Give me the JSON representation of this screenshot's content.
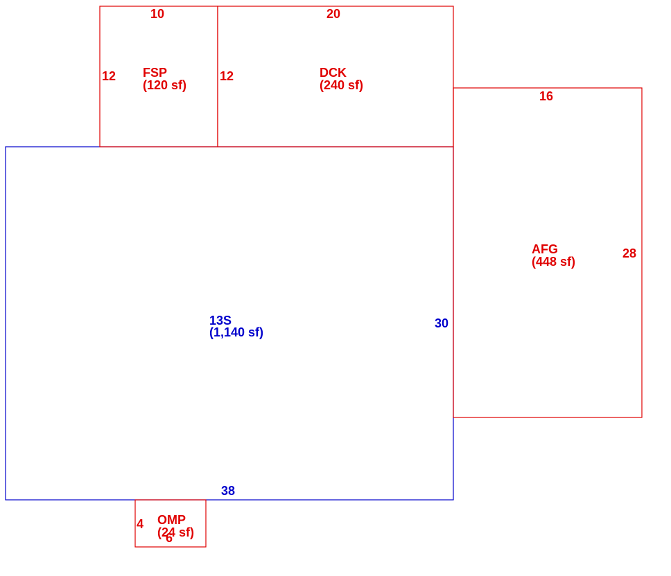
{
  "colors": {
    "main": "#0000cc",
    "addition": "#e00000"
  },
  "sketch": {
    "main": {
      "code": "13S",
      "area": "(1,140 sf)",
      "dim_bottom": "38",
      "dim_right": "30"
    },
    "fsp": {
      "code": "FSP",
      "area": "(120 sf)",
      "dim_top": "10",
      "dim_left": "12"
    },
    "dck": {
      "code": "DCK",
      "area": "(240 sf)",
      "dim_top": "20",
      "dim_left": "12"
    },
    "afg": {
      "code": "AFG",
      "area": "(448 sf)",
      "dim_top": "16",
      "dim_right": "28"
    },
    "omp": {
      "code": "OMP",
      "area": "(24 sf)",
      "dim_bottom": "6",
      "dim_left": "4"
    }
  }
}
